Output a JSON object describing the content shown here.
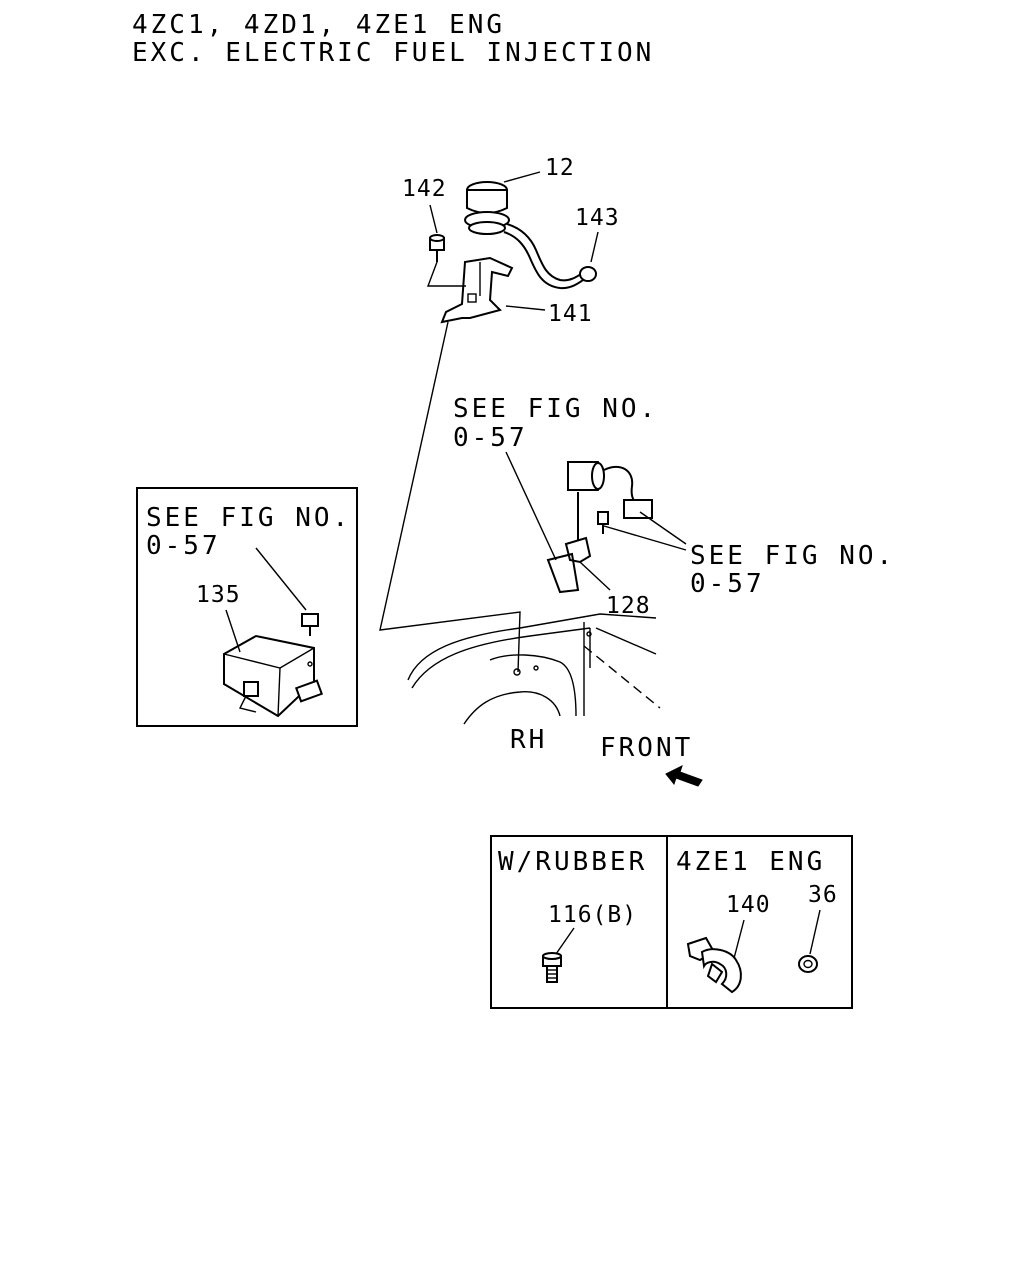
{
  "header": {
    "line1": "4ZC1, 4ZD1, 4ZE1 ENG",
    "line2": "EXC. ELECTRIC FUEL INJECTION"
  },
  "callouts": {
    "p12": "12",
    "p142": "142",
    "p143": "143",
    "p141": "141",
    "p135": "135",
    "p128": "128",
    "p116b": "116(B)",
    "p140": "140",
    "p36": "36"
  },
  "references": {
    "ref_top_line1": "SEE FIG NO.",
    "ref_top_line2": "0-57",
    "ref_box_line1": "SEE FIG NO.",
    "ref_box_line2": "0-57",
    "ref_right_line1": "SEE FIG NO.",
    "ref_right_line2": "0-57"
  },
  "orientation": {
    "side": "RH",
    "direction": "FRONT"
  },
  "variant_table": {
    "col1_header": "W/RUBBER",
    "col2_header": "4ZE1 ENG"
  }
}
